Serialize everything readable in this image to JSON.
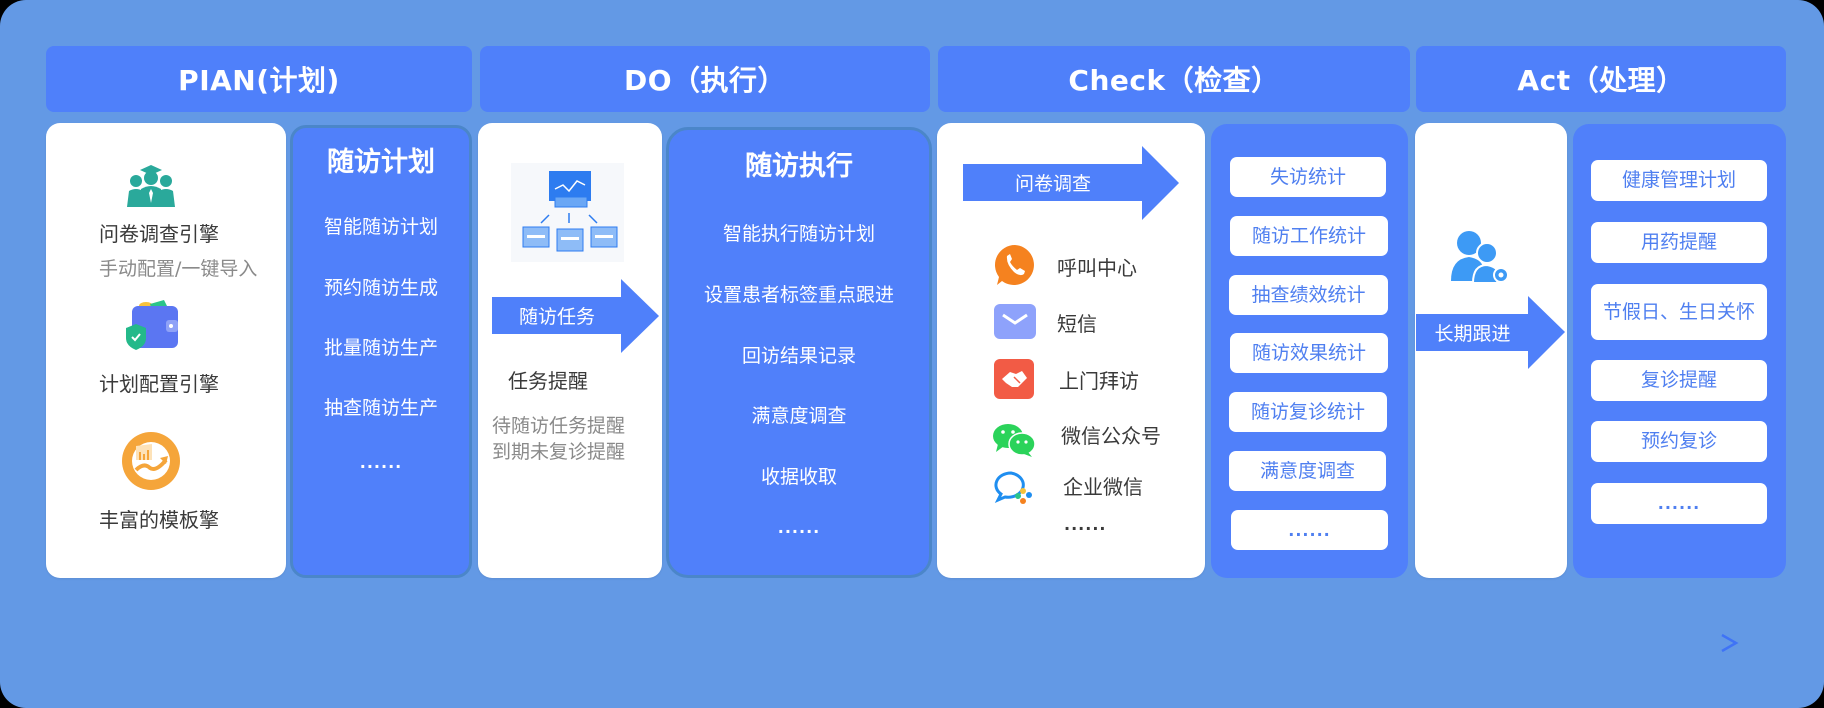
{
  "colors": {
    "background": "#6399e5",
    "header": "#4f80fa",
    "blue_card": "#5080fa",
    "white_card": "#ffffff",
    "pill_text": "#4f7ff0"
  },
  "headers": [
    {
      "label": "PIAN(计划)"
    },
    {
      "label": "DO（执行）"
    },
    {
      "label": "Check（检查）"
    },
    {
      "label": "Act（处理）"
    }
  ],
  "plan": {
    "engines": [
      {
        "icon": "team-graduate-icon",
        "label": "问卷调查引擎",
        "sub": "手动配置/一键导入"
      },
      {
        "icon": "wallet-shield-icon",
        "label": "计划配置引擎"
      },
      {
        "icon": "chart-trend-icon",
        "label": "丰富的模板擎"
      }
    ],
    "panel": {
      "title": "随访计划",
      "items": [
        "智能随访计划",
        "预约随访生成",
        "批量随访生产",
        "抽查随访生产",
        "......"
      ]
    }
  },
  "do": {
    "arrow_label": "随访任务",
    "reminder_title": "任务提醒",
    "reminder_lines": [
      "待随访任务提醒",
      "到期未复诊提醒"
    ],
    "panel": {
      "title": "随访执行",
      "items": [
        "智能执行随访计划",
        "设置患者标签重点跟进",
        "回访结果记录",
        "满意度调查",
        "收据收取",
        "......"
      ]
    }
  },
  "check": {
    "arrow_label": "问卷调查",
    "channels": [
      {
        "icon": "phone-icon",
        "label": "呼叫中心"
      },
      {
        "icon": "sms-envelope-icon",
        "label": "短信"
      },
      {
        "icon": "handshake-icon",
        "label": "上门拜访"
      },
      {
        "icon": "wechat-icon",
        "label": "微信公众号"
      },
      {
        "icon": "wecom-icon",
        "label": "企业微信"
      },
      {
        "icon": "",
        "label": "......"
      }
    ],
    "stats": [
      "失访统计",
      "随访工作统计",
      "抽查绩效统计",
      "随访效果统计",
      "随访复诊统计",
      "满意度调查",
      "......"
    ]
  },
  "act": {
    "arrow_label": "长期跟进",
    "items": [
      "健康管理计划",
      "用药提醒",
      "节假日、生日关怀",
      "复诊提醒",
      "预约复诊",
      "......"
    ]
  }
}
